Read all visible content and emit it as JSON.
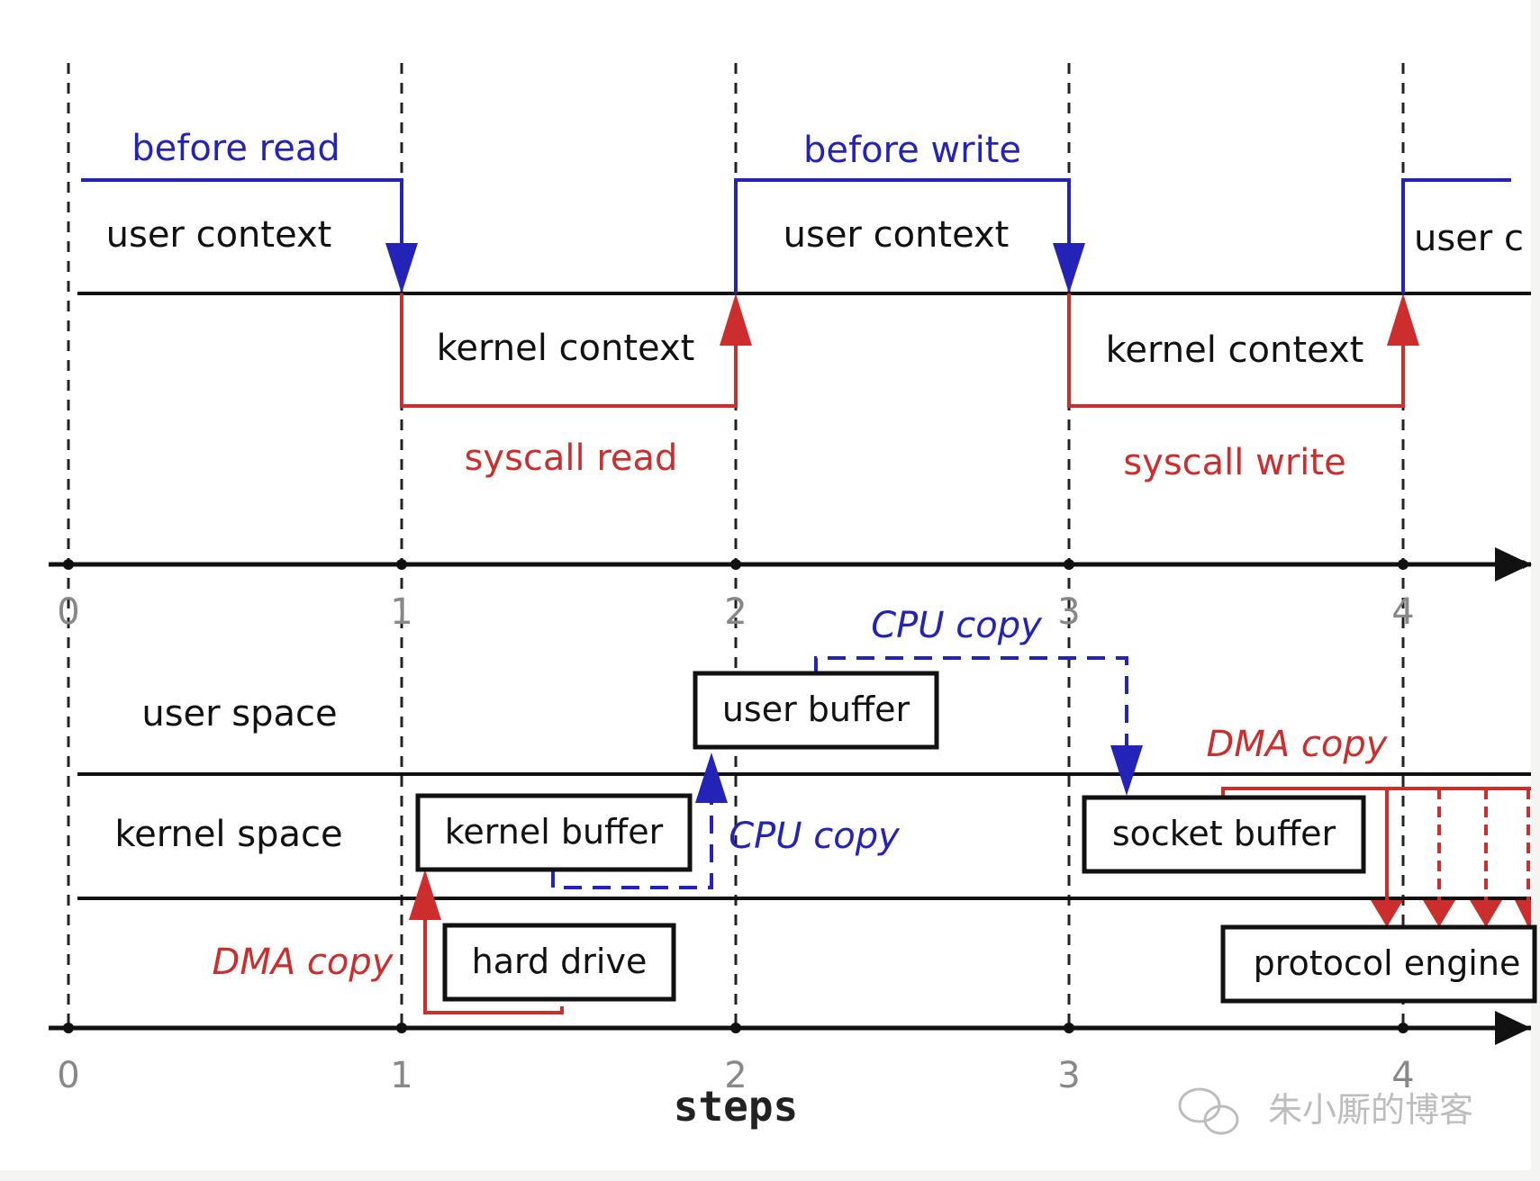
{
  "colors": {
    "blue": "#2323b8",
    "red": "#cc2e2e",
    "black": "#111111",
    "tick": "#888888",
    "background": "#f4f4f2",
    "diagram_bg": "#ffffff"
  },
  "top": {
    "before_read": "before read",
    "before_write": "before write",
    "user_context": "user context",
    "user_context_cut": "user c",
    "kernel_context": "kernel context",
    "syscall_read": "syscall read",
    "syscall_write": "syscall write"
  },
  "axis": {
    "ticks": [
      "0",
      "1",
      "2",
      "3",
      "4"
    ],
    "title": "steps"
  },
  "bottom": {
    "user_space": "user space",
    "kernel_space": "kernel space",
    "user_buffer": "user buffer",
    "kernel_buffer": "kernel buffer",
    "socket_buffer": "socket buffer",
    "hard_drive": "hard drive",
    "protocol_engine": "protocol engine",
    "cpu_copy": "CPU copy",
    "dma_copy": "DMA copy"
  },
  "watermark": {
    "text": "朱小厮的博客",
    "icon": "wechat-icon"
  }
}
